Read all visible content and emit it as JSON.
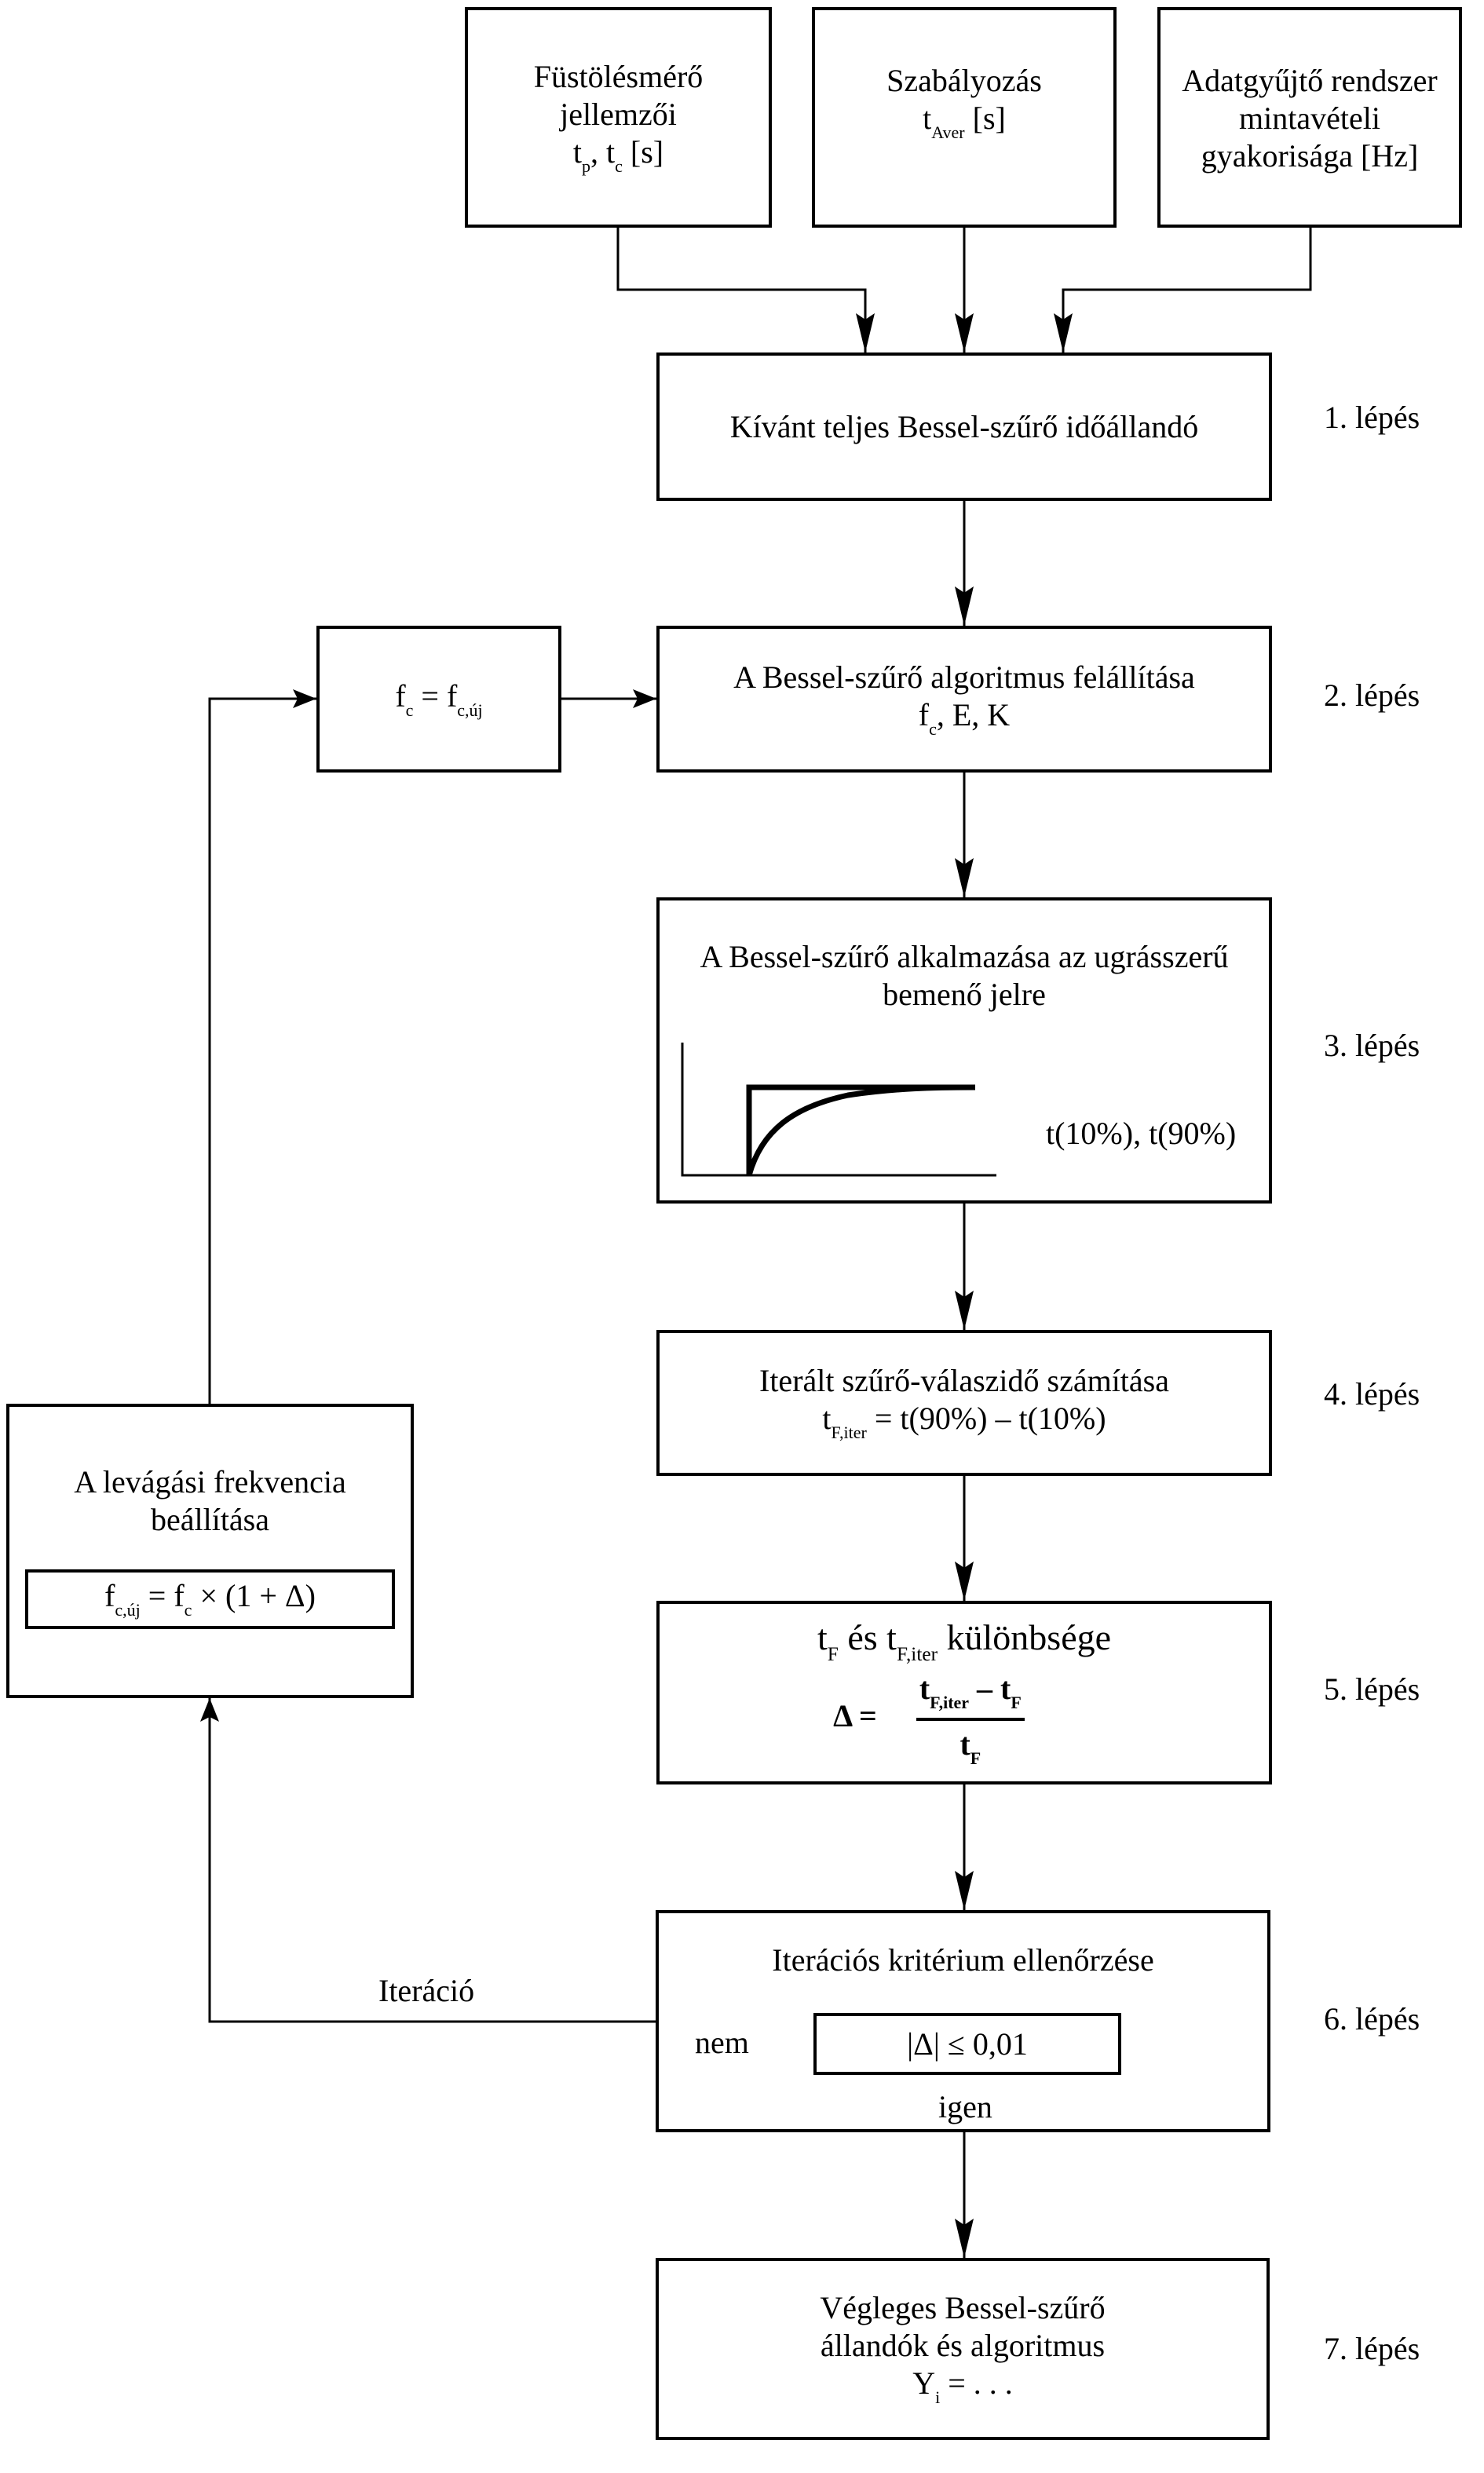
{
  "inputs": [
    {
      "lines": [
        "Füstölésmérő",
        "jellemzői"
      ],
      "formula": {
        "a": "t",
        "a_sub": "p",
        "sep": ", ",
        "b": "t",
        "b_sub": "c",
        "unit": " [s]"
      }
    },
    {
      "lines": [
        "Szabályozás"
      ],
      "formula": {
        "a": "t",
        "a_sub": "Aver",
        "unit": " [s]"
      }
    },
    {
      "lines": [
        "Adatgyűjtő rendszer",
        "mintavételi",
        "gyakorisága [Hz]"
      ]
    }
  ],
  "steps": [
    {
      "label": "1. lépés",
      "title": "Kívánt teljes Bessel-szűrő időállandó"
    },
    {
      "label": "2. lépés",
      "title": "A Bessel-szűrő algoritmus felállítása",
      "formula": {
        "a": "f",
        "a_sub": "c",
        "rest": ", E, K"
      }
    },
    {
      "label": "3. lépés",
      "title_lines": [
        "A Bessel-szűrő alkalmazása az ugrásszerű",
        "bemenő jelre"
      ],
      "graph_label": "t(10%), t(90%)"
    },
    {
      "label": "4. lépés",
      "title": "Iterált szűrő-válaszidő számítása",
      "formula": {
        "a": "t",
        "a_sub": "F,iter",
        "rest": " = t(90%) – t(10%)"
      }
    },
    {
      "label": "5. lépés",
      "title": {
        "a": "t",
        "a_sub": "F",
        "mid": " és ",
        "b": "t",
        "b_sub": "F,iter",
        "rest": " különbsége"
      },
      "delta": {
        "lhs": "Δ =",
        "num_a": "t",
        "num_a_sub": "F,iter",
        "num_op": " – ",
        "num_b": "t",
        "num_b_sub": "F",
        "den": "t",
        "den_sub": "F"
      }
    },
    {
      "label": "6. lépés",
      "title": "Iterációs kritérium ellenőrzése",
      "criterion": "|Δ| ≤ 0,01",
      "no_label": "nem",
      "yes_label": "igen"
    },
    {
      "label": "7. lépés",
      "title_lines": [
        "Végleges Bessel-szűrő",
        "állandók és algoritmus"
      ],
      "formula": {
        "a": "Y",
        "a_sub": "i",
        "rest": " = . . ."
      }
    }
  ],
  "feedback": {
    "assign": {
      "a": "f",
      "a_sub": "c",
      "eq": " = ",
      "b": "f",
      "b_sub": "c,új"
    },
    "adjust_title_lines": [
      "A levágási frekvencia",
      "beállítása"
    ],
    "adjust_formula": {
      "a": "f",
      "a_sub": "c,új",
      "eq": " = ",
      "b": "f",
      "b_sub": "c",
      "rest": " × (1 + Δ)"
    },
    "iteration_label": "Iteráció"
  }
}
